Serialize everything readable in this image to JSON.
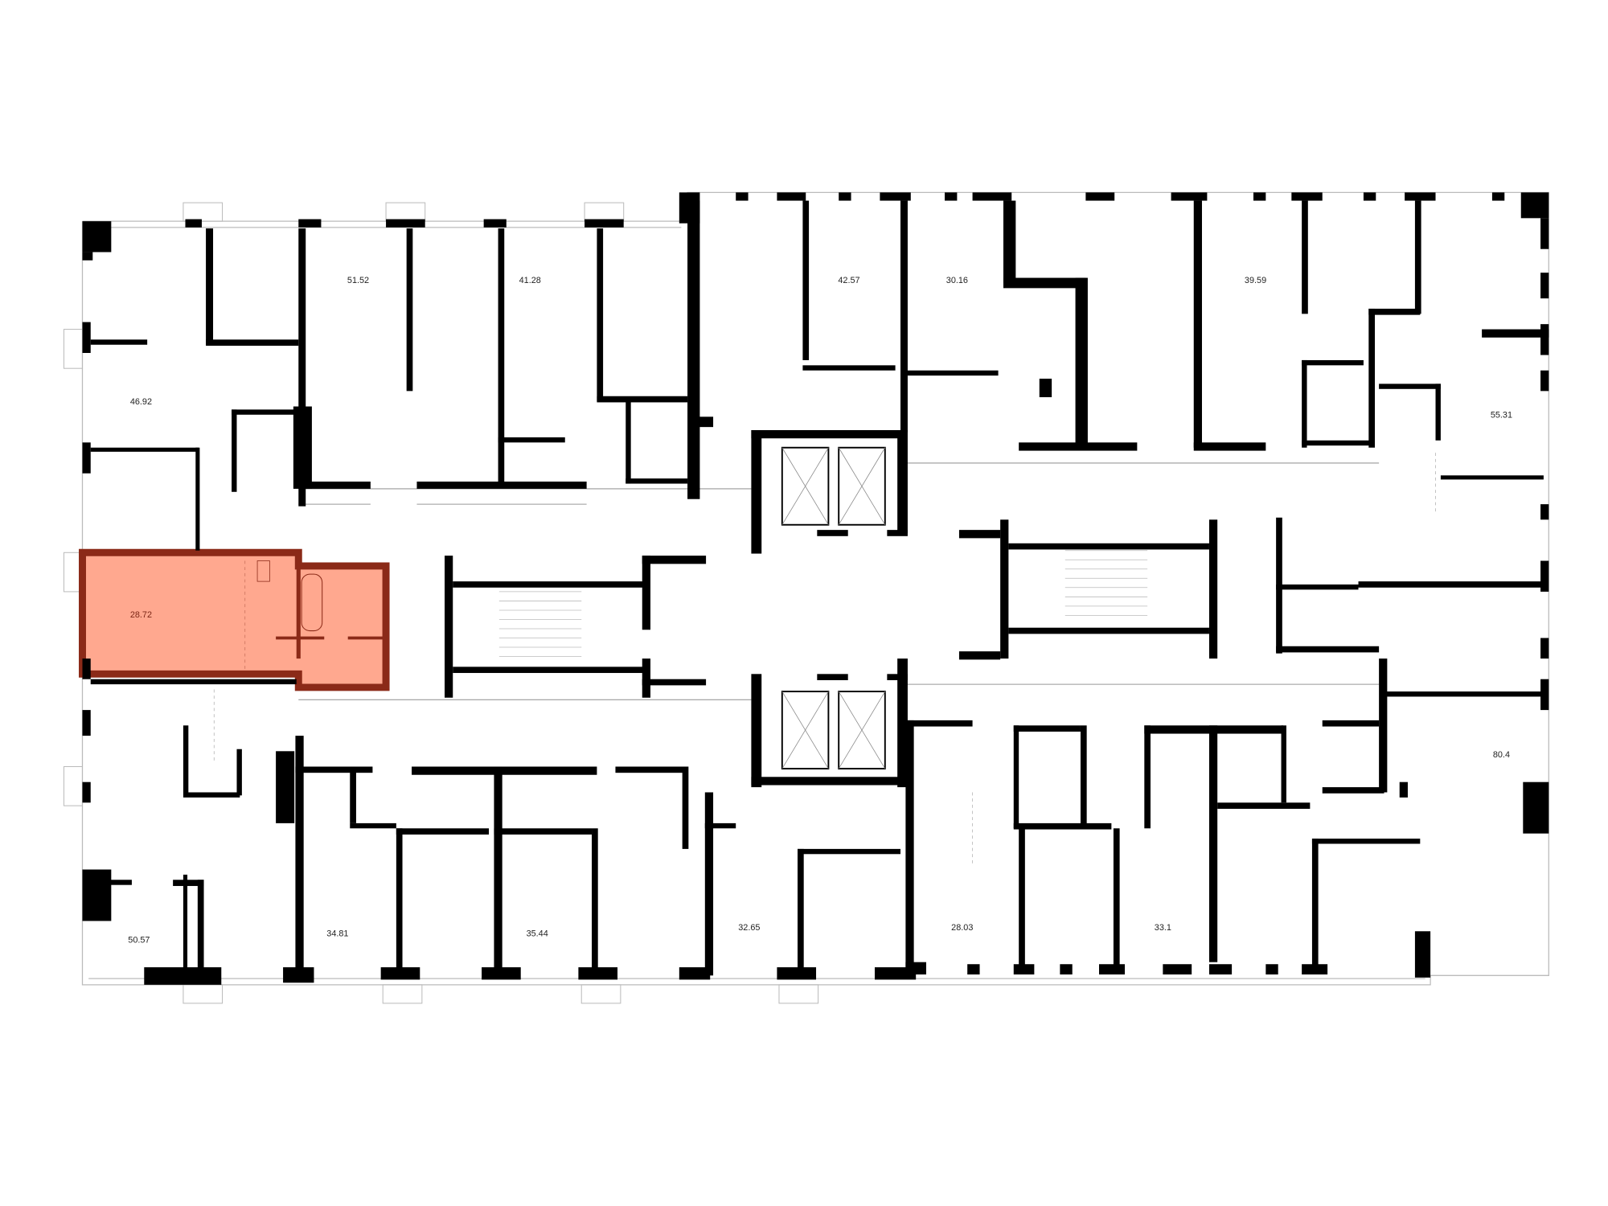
{
  "plan": {
    "highlighted_unit": {
      "area": "28.72",
      "fill_color": "#ffa88f",
      "wall_color": "#8b2a18"
    },
    "units": [
      {
        "id": "u1",
        "area": "46.92"
      },
      {
        "id": "u2",
        "area": "51.52"
      },
      {
        "id": "u3",
        "area": "41.28"
      },
      {
        "id": "u4",
        "area": "42.57"
      },
      {
        "id": "u5",
        "area": "30.16"
      },
      {
        "id": "u6",
        "area": "39.59"
      },
      {
        "id": "u7",
        "area": "55.31"
      },
      {
        "id": "u8",
        "area": "80.4"
      },
      {
        "id": "u9",
        "area": "50.57"
      },
      {
        "id": "u10",
        "area": "34.81"
      },
      {
        "id": "u11",
        "area": "35.44"
      },
      {
        "id": "u12",
        "area": "32.65"
      },
      {
        "id": "u13",
        "area": "28.03"
      },
      {
        "id": "u14",
        "area": "33.1"
      }
    ],
    "wall_color": "#000000"
  }
}
